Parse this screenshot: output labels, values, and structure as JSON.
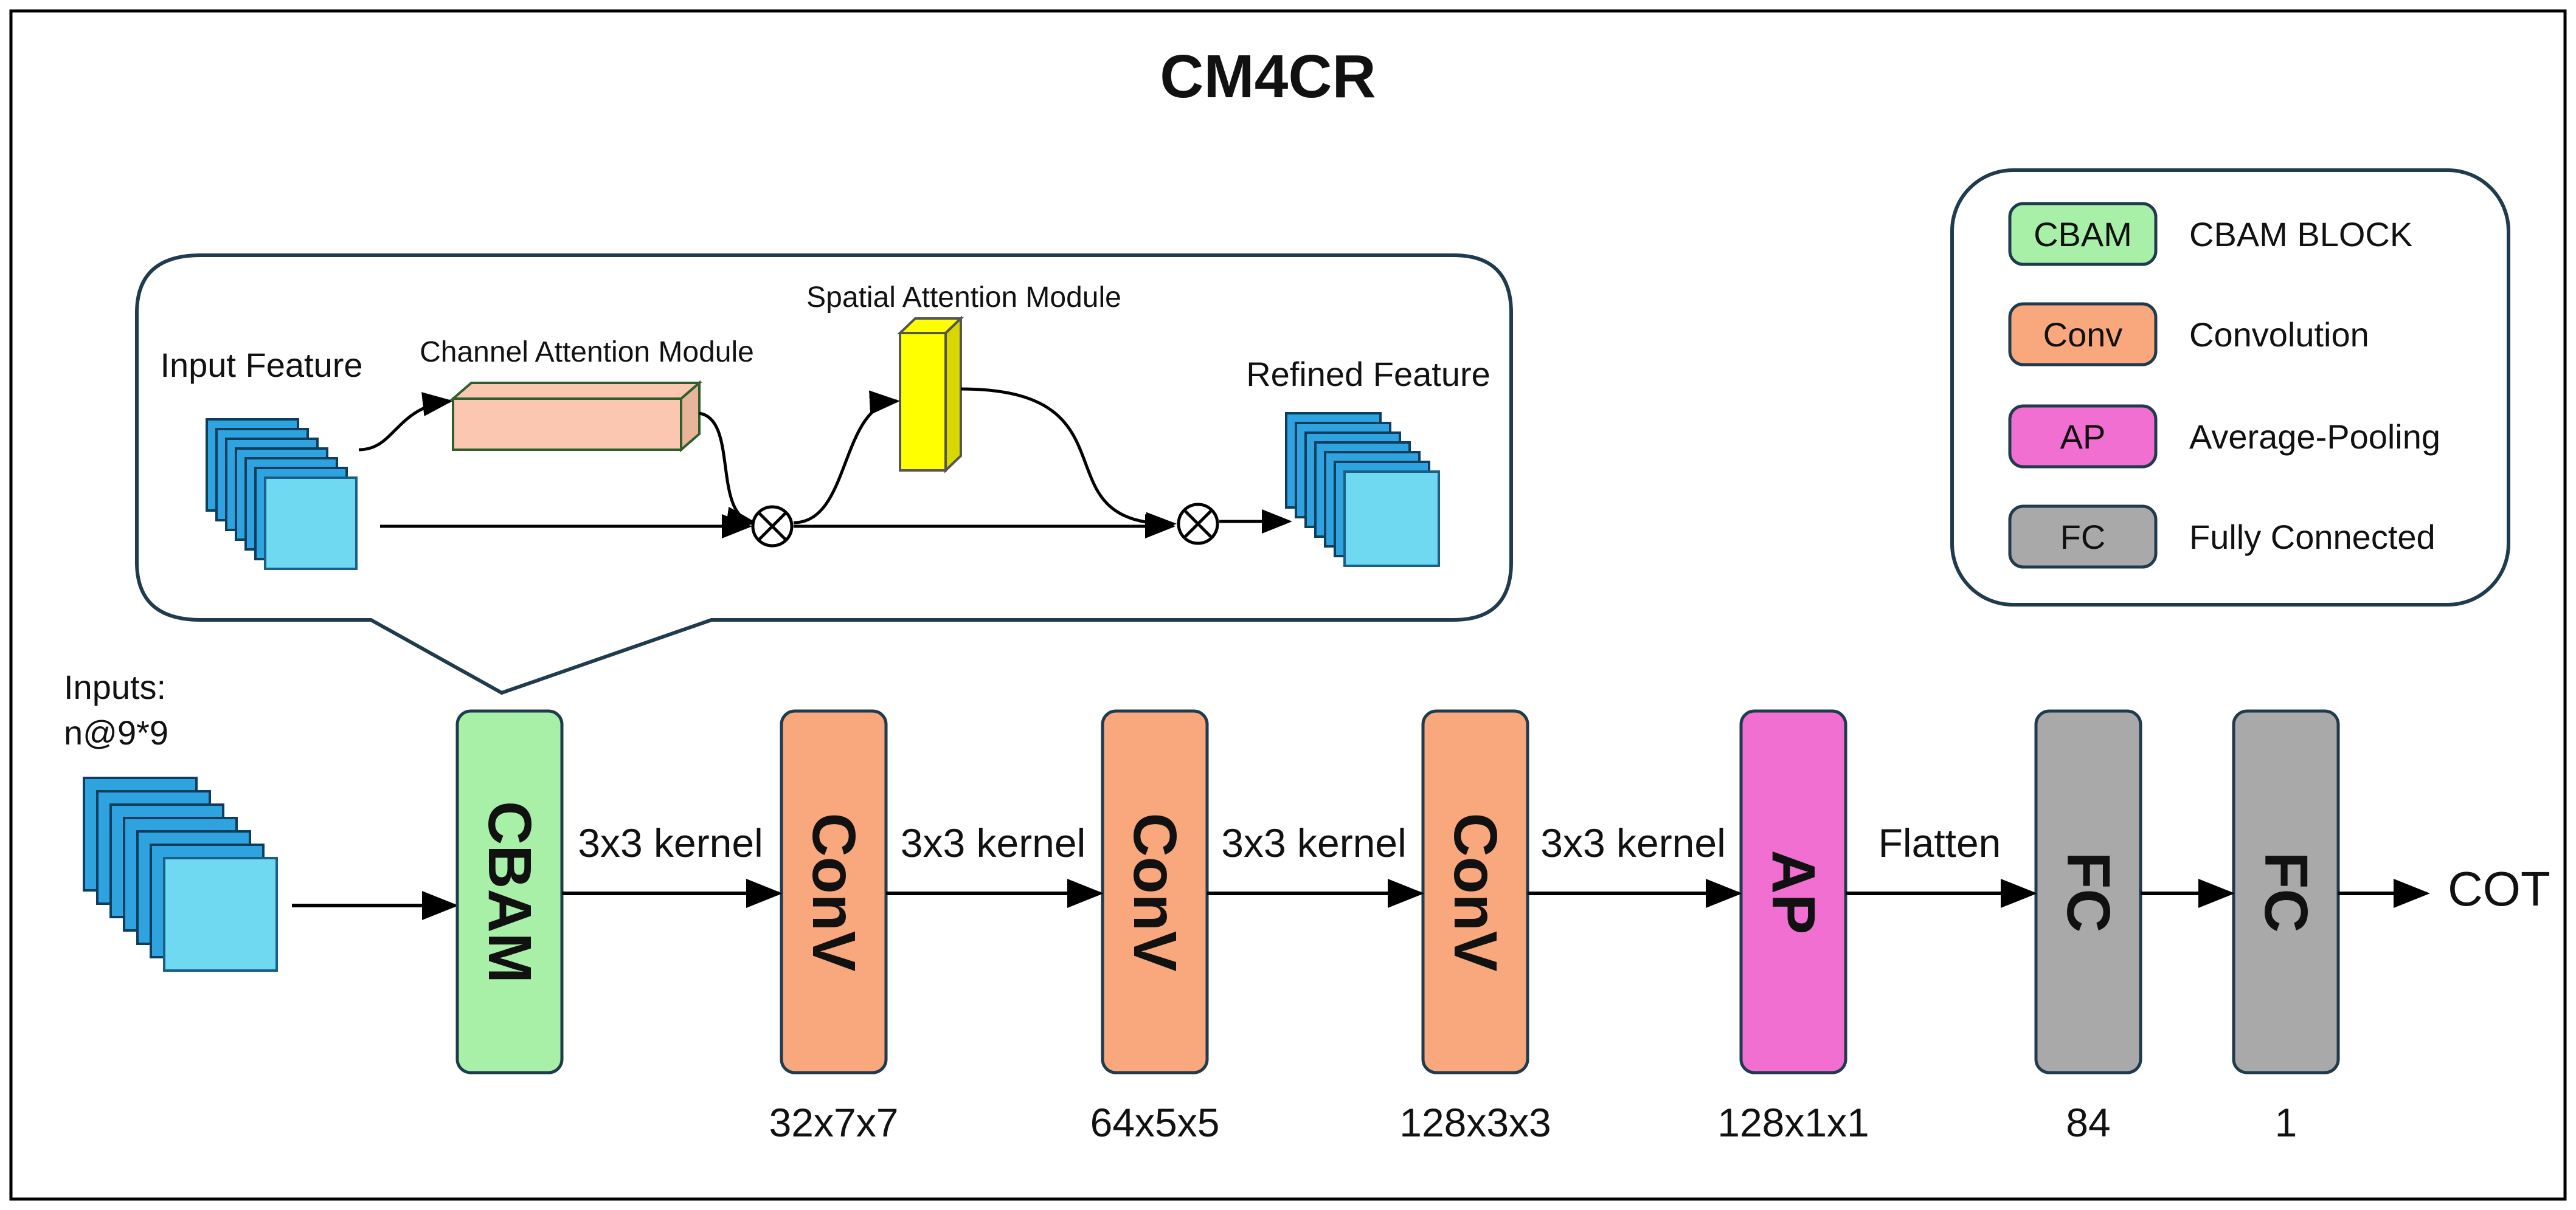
{
  "title": "CM4CR",
  "inputs": {
    "label_line1": "Inputs:",
    "label_line2": "n@9*9"
  },
  "cbam_detail": {
    "input_feature": "Input Feature",
    "channel_attention": "Channel Attention Module",
    "spatial_attention": "Spatial Attention Module",
    "refined_feature": "Refined Feature"
  },
  "pipeline": {
    "blocks": [
      {
        "label": "CBAM",
        "type": "cbam",
        "size": ""
      },
      {
        "label": "ConV",
        "type": "conv",
        "size": "32x7x7"
      },
      {
        "label": "ConV",
        "type": "conv",
        "size": "64x5x5"
      },
      {
        "label": "ConV",
        "type": "conv",
        "size": "128x3x3"
      },
      {
        "label": "AP",
        "type": "ap",
        "size": "128x1x1"
      },
      {
        "label": "FC",
        "type": "fc",
        "size": "84"
      },
      {
        "label": "FC",
        "type": "fc",
        "size": "1"
      }
    ],
    "edges": [
      "3x3 kernel",
      "3x3 kernel",
      "3x3 kernel",
      "3x3 kernel",
      "Flatten",
      ""
    ],
    "output": "COT"
  },
  "legend": [
    {
      "key": "CBAM",
      "label": "CBAM BLOCK",
      "type": "cbam"
    },
    {
      "key": "Conv",
      "label": "Convolution",
      "type": "conv"
    },
    {
      "key": "AP",
      "label": "Average-Pooling",
      "type": "ap"
    },
    {
      "key": "FC",
      "label": "Fully Connected",
      "type": "fc"
    }
  ],
  "colors": {
    "cbam": "#a8f0a8",
    "conv": "#f9a77c",
    "ap": "#f06fd0",
    "fc": "#a9a9a9",
    "feature": "#6fd9f2",
    "feature_edge": "#2a7fc0",
    "channel_block": "#fbc7b0",
    "channel_edge": "#2e5e2e",
    "spatial_block": "#ffff00",
    "outline": "#1f3b4d",
    "stroke": "#000000"
  }
}
